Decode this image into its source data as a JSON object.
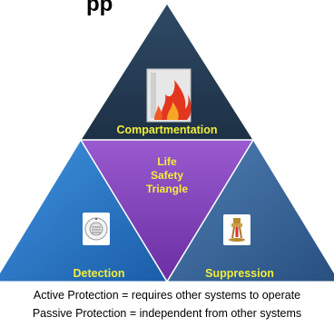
{
  "title_fragment": "pp",
  "sections": {
    "compartmentation": {
      "label": "Compartmentation",
      "color": "#243a52",
      "icon": "flame-building-icon"
    },
    "detection": {
      "label": "Detection",
      "color": "#1f6fc1",
      "icon": "smoke-detector-icon"
    },
    "suppression": {
      "label": "Suppression",
      "color": "#2f5f95",
      "icon": "sprinkler-icon"
    },
    "center": {
      "lines": [
        "Life",
        "Safety",
        "Triangle"
      ],
      "color": "#7d3fb5"
    }
  },
  "label_color": "#f2ee3a",
  "captions": {
    "active": "Active Protection = requires other systems to operate",
    "passive": "Passive Protection = independent from other systems"
  }
}
